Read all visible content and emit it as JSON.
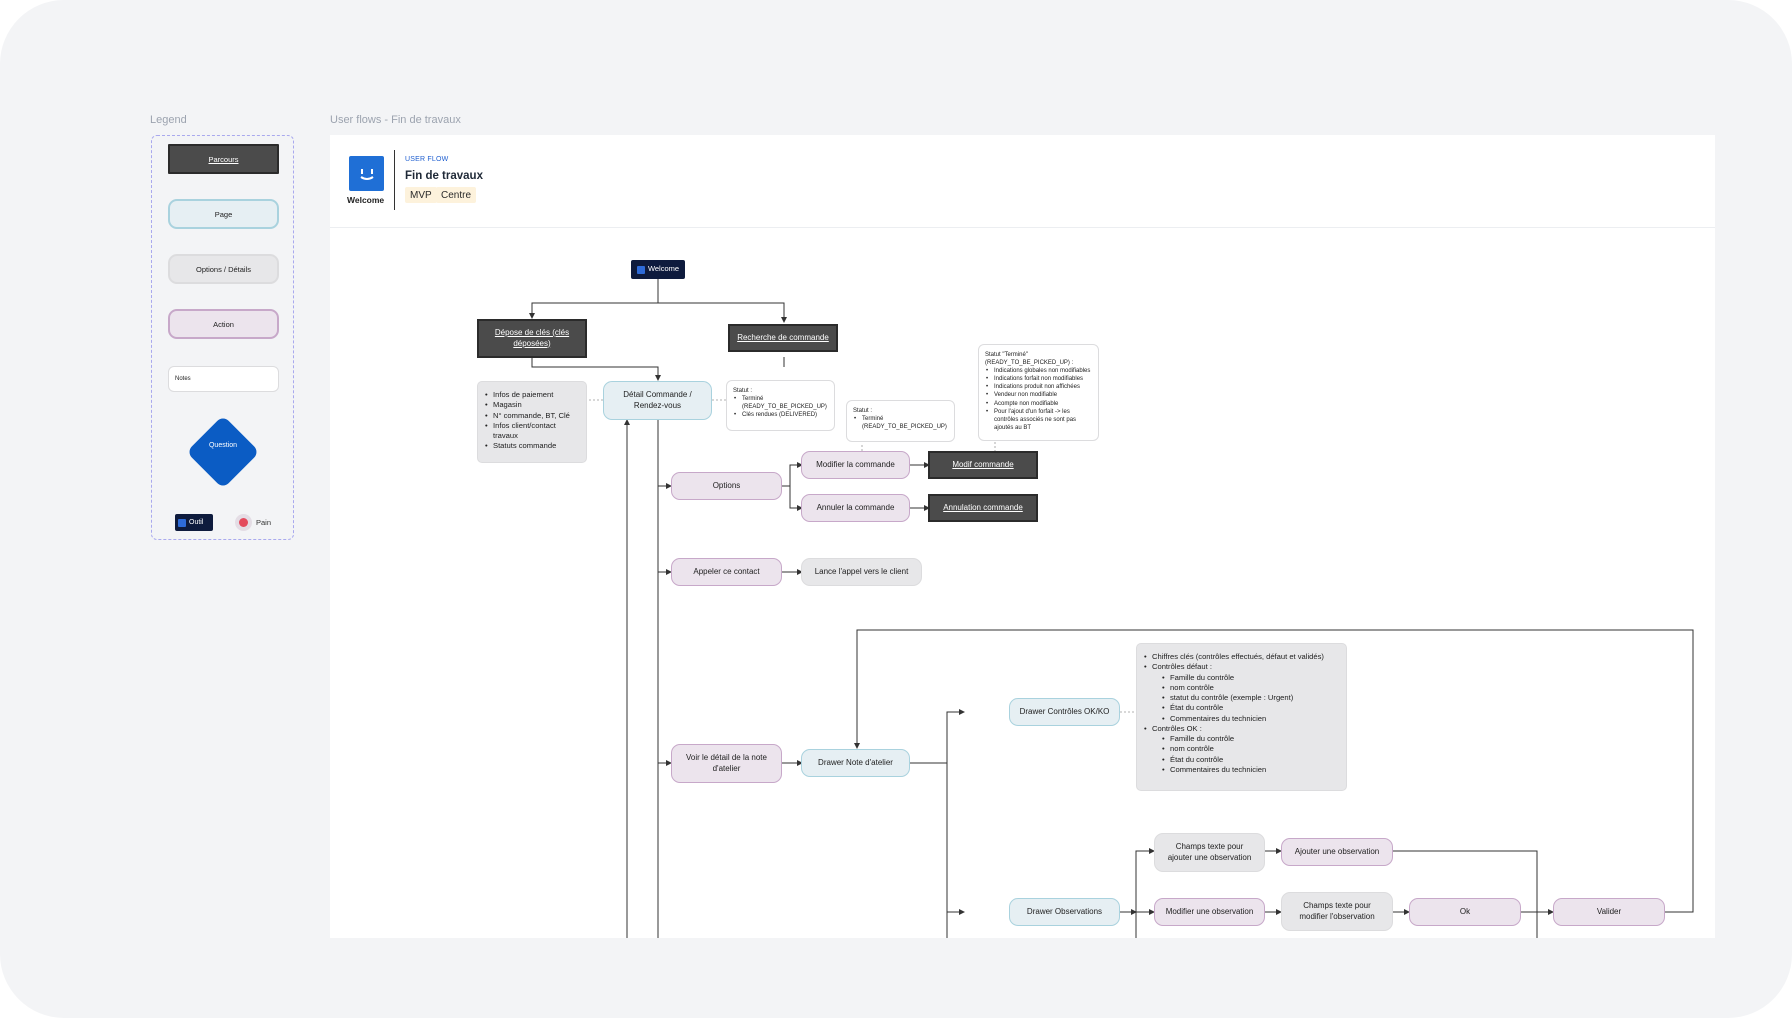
{
  "canvas": {
    "legend_label": "Legend",
    "flow_label": "User flows - Fin de travaux"
  },
  "legend": {
    "parcours": "Parcours",
    "page": "Page",
    "options": "Options / Détails",
    "action": "Action",
    "notes": "Notes",
    "question": "Question",
    "tool": "Outil",
    "pain": "Pain"
  },
  "header": {
    "logo_label": "Welcome",
    "kind": "USER FLOW",
    "title": "Fin de travaux",
    "tags": [
      "MVP",
      "Centre"
    ]
  },
  "nodes": {
    "welcome": "Welcome",
    "depose": "Dépose de clés (clés déposées)",
    "recherche": "Recherche de commande",
    "detail": "Détail Commande / Rendez-vous",
    "infos": [
      "Infos de paiement",
      "Magasin",
      "N° commande, BT, Clé",
      "Infos client/contact travaux",
      "Statuts commande"
    ],
    "note_statut_1": {
      "title": "Statut :",
      "items": [
        "Terminé (READY_TO_BE_PICKED_UP)",
        "Clés rendues (DELIVERED)"
      ]
    },
    "note_statut_2": {
      "title": "Statut :",
      "items": [
        "Terminé (READY_TO_BE_PICKED_UP)"
      ]
    },
    "note_statut_3": {
      "title": "Statut \"Terminé\" (READY_TO_BE_PICKED_UP) :",
      "items": [
        "Indications globales non modifiables",
        "Indications forfait non modifiables",
        "Indications produit non affichées",
        "Vendeur non modifiable",
        "Acompte non modifiable",
        "Pour l'ajout d'un forfait -> les contrôles associés ne sont pas ajoutés au BT"
      ]
    },
    "options": "Options",
    "modifier_commande": "Modifier la commande",
    "modif_commande": "Modif commande",
    "annuler_commande": "Annuler la commande",
    "annulation_commande": "Annulation commande",
    "appeler": "Appeler ce contact",
    "lance_appel": "Lance l'appel vers le client",
    "voir_detail": "Voir le détail de la note d'atelier",
    "drawer_note": "Drawer Note d'atelier",
    "drawer_controles": "Drawer Contrôles OK/KO",
    "controles_list": {
      "items": [
        {
          "label": "Chiffres clés (contrôles effectués, défaut et validés)",
          "children": []
        },
        {
          "label": "Contrôles défaut :",
          "children": [
            "Famille du contrôle",
            "nom contrôle",
            "statut du contrôle (exemple : Urgent)",
            "État du contrôle",
            "Commentaires du technicien"
          ]
        },
        {
          "label": "Contrôles OK :",
          "children": [
            "Famille du contrôle",
            "nom contrôle",
            "État du contrôle",
            "Commentaires du technicien"
          ]
        }
      ]
    },
    "drawer_observations": "Drawer Observations",
    "champs_ajouter": "Champs texte pour ajouter une observation",
    "ajouter_observation": "Ajouter une observation",
    "modifier_observation": "Modifier une observation",
    "champs_modifier": "Champs texte pour modifier l'observation",
    "ok": "Ok",
    "valider": "Valider"
  }
}
